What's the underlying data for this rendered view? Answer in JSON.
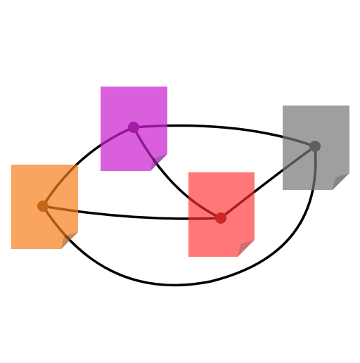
{
  "diagram": {
    "background": "#ffffff",
    "edge_color": "#000000",
    "nodes": [
      {
        "id": "orange",
        "color": "#f77f1e",
        "opacity": 0.7
      },
      {
        "id": "purple",
        "color": "#cc22d0",
        "opacity": 0.72
      },
      {
        "id": "red",
        "color": "#ff3030",
        "opacity": 0.65
      },
      {
        "id": "gray",
        "color": "#777777",
        "opacity": 0.7
      }
    ],
    "edges": [
      {
        "from": "orange",
        "to": "purple"
      },
      {
        "from": "orange",
        "to": "red"
      },
      {
        "from": "orange",
        "to": "gray"
      },
      {
        "from": "purple",
        "to": "red"
      },
      {
        "from": "purple",
        "to": "gray"
      },
      {
        "from": "red",
        "to": "gray"
      }
    ]
  }
}
